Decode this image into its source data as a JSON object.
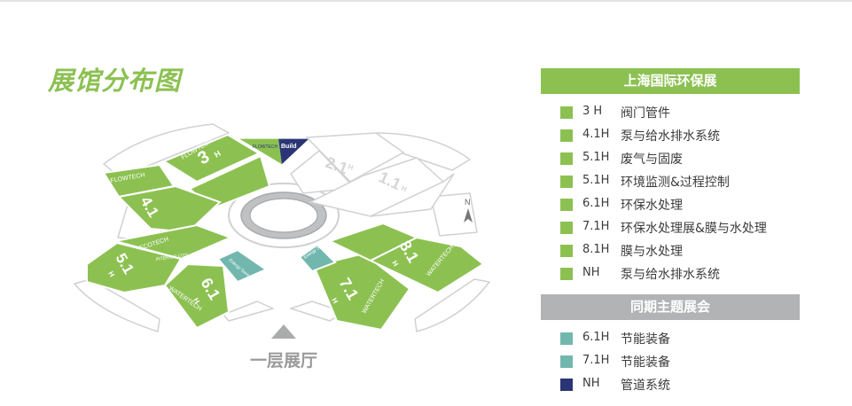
{
  "page_title": "展馆分布图",
  "ground_floor_label": "一层展厅",
  "north_label": "N",
  "colors": {
    "green": "#8cc152",
    "teal": "#72b7ae",
    "navy": "#2b3575",
    "gray_bar": "#b1b3b4",
    "hall_outline": "#cfd1d2"
  },
  "halls": {
    "h3": {
      "number": "3",
      "unit": "H",
      "brand": "FLOWTECH"
    },
    "h41": {
      "number": "4.1",
      "unit": "H",
      "brand": "FLOWTECH"
    },
    "h51": {
      "number": "5.1",
      "unit": "H",
      "brand": "ECOTECH",
      "brand2": "INTERIOR CITY"
    },
    "h61": {
      "number": "6.1",
      "unit": "H",
      "brand": "WATERTECH",
      "zone": "Energy Saving"
    },
    "h71": {
      "number": "7.1",
      "unit": "H",
      "brand": "WATERTECH",
      "zone": "Energy Saving"
    },
    "h81": {
      "number": "8.1",
      "unit": "H",
      "brand": "WATERTECH"
    },
    "h21": {
      "number": "2.1",
      "unit": "H"
    },
    "h11": {
      "number": "1.1",
      "unit": "H"
    },
    "nh": {
      "left": "FLOWTECH",
      "right": "Build"
    }
  },
  "legend_main": {
    "title": "上海国际环保展",
    "items": [
      {
        "code": "3 H",
        "name": "阀门管件",
        "color": "#8cc152"
      },
      {
        "code": "4.1H",
        "name": "泵与给水排水系统",
        "color": "#8cc152"
      },
      {
        "code": "5.1H",
        "name": "废气与固废",
        "color": "#8cc152"
      },
      {
        "code": "5.1H",
        "name": "环境监测&过程控制",
        "color": "#8cc152"
      },
      {
        "code": "6.1H",
        "name": "环保水处理",
        "color": "#8cc152"
      },
      {
        "code": "7.1H",
        "name": "环保水处理展&膜与水处理",
        "color": "#8cc152"
      },
      {
        "code": "8.1H",
        "name": "膜与水处理",
        "color": "#8cc152"
      },
      {
        "code": "NH",
        "name": "泵与给水排水系统",
        "color": "#8cc152"
      }
    ]
  },
  "legend_theme": {
    "title": "同期主题展会",
    "items": [
      {
        "code": "6.1H",
        "name": "节能装备",
        "color": "#72b7ae"
      },
      {
        "code": "7.1H",
        "name": "节能装备",
        "color": "#72b7ae"
      },
      {
        "code": "NH",
        "name": "管道系统",
        "color": "#2b3575"
      }
    ]
  }
}
